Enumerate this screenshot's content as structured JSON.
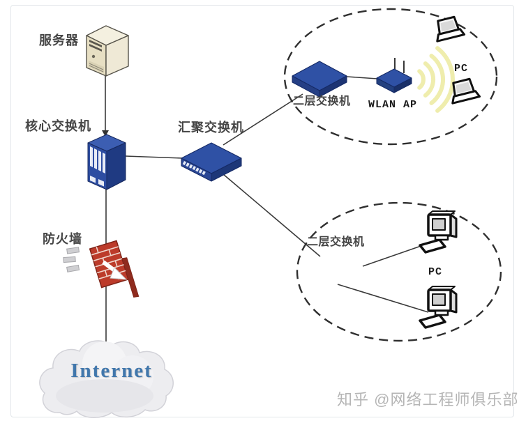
{
  "diagram": {
    "nodes": {
      "server": {
        "label": "服务器"
      },
      "core_switch": {
        "label": "核心交换机"
      },
      "agg_switch": {
        "label": "汇聚交换机"
      },
      "firewall": {
        "label": "防火墙"
      },
      "l2_switch_top": {
        "label": "二层交换机"
      },
      "wlan_ap": {
        "label": "WLAN AP"
      },
      "pc_top": {
        "label": "PC"
      },
      "l2_switch_bottom": {
        "label": "二层交换机"
      },
      "pc_bottom": {
        "label": "PC"
      },
      "internet": {
        "label": "Internet"
      }
    },
    "watermark": "知乎 @网络工程师俱乐部",
    "colors": {
      "switch_blue": "#2f51a5",
      "switch_blue_side": "#1d3778",
      "switch_blue_top": "#3c5eb2",
      "server_beige": "#e9e1c6",
      "firewall_red": "#bc3b2a",
      "wifi_yellow": "#efedad",
      "internet_text": "#4177ac",
      "connector_line": "#3a3a3a",
      "ellipse_dash": "#2f2f2f",
      "watermark_gray": "#b5b5b5"
    }
  }
}
